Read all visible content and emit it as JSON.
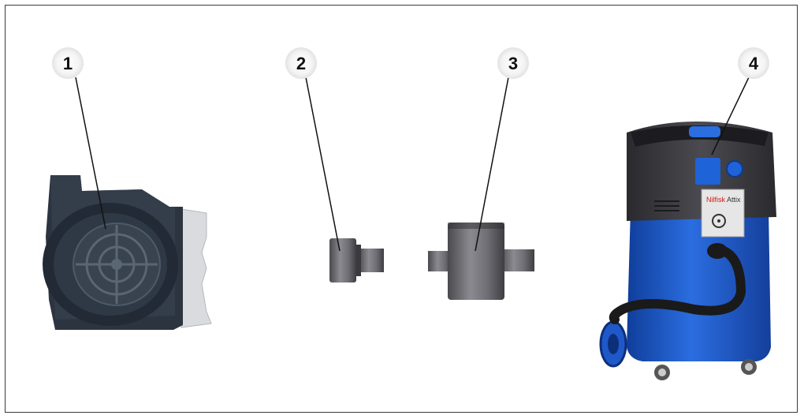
{
  "callouts": [
    {
      "label": "1",
      "icon": "fan-outlet-icon"
    },
    {
      "label": "2",
      "icon": "small-adapter-icon"
    },
    {
      "label": "3",
      "icon": "large-adapter-icon"
    },
    {
      "label": "4",
      "icon": "vacuum-cleaner-icon"
    }
  ],
  "vacuum_panel": {
    "line1": "Nilfisk",
    "line2": "Attix"
  }
}
